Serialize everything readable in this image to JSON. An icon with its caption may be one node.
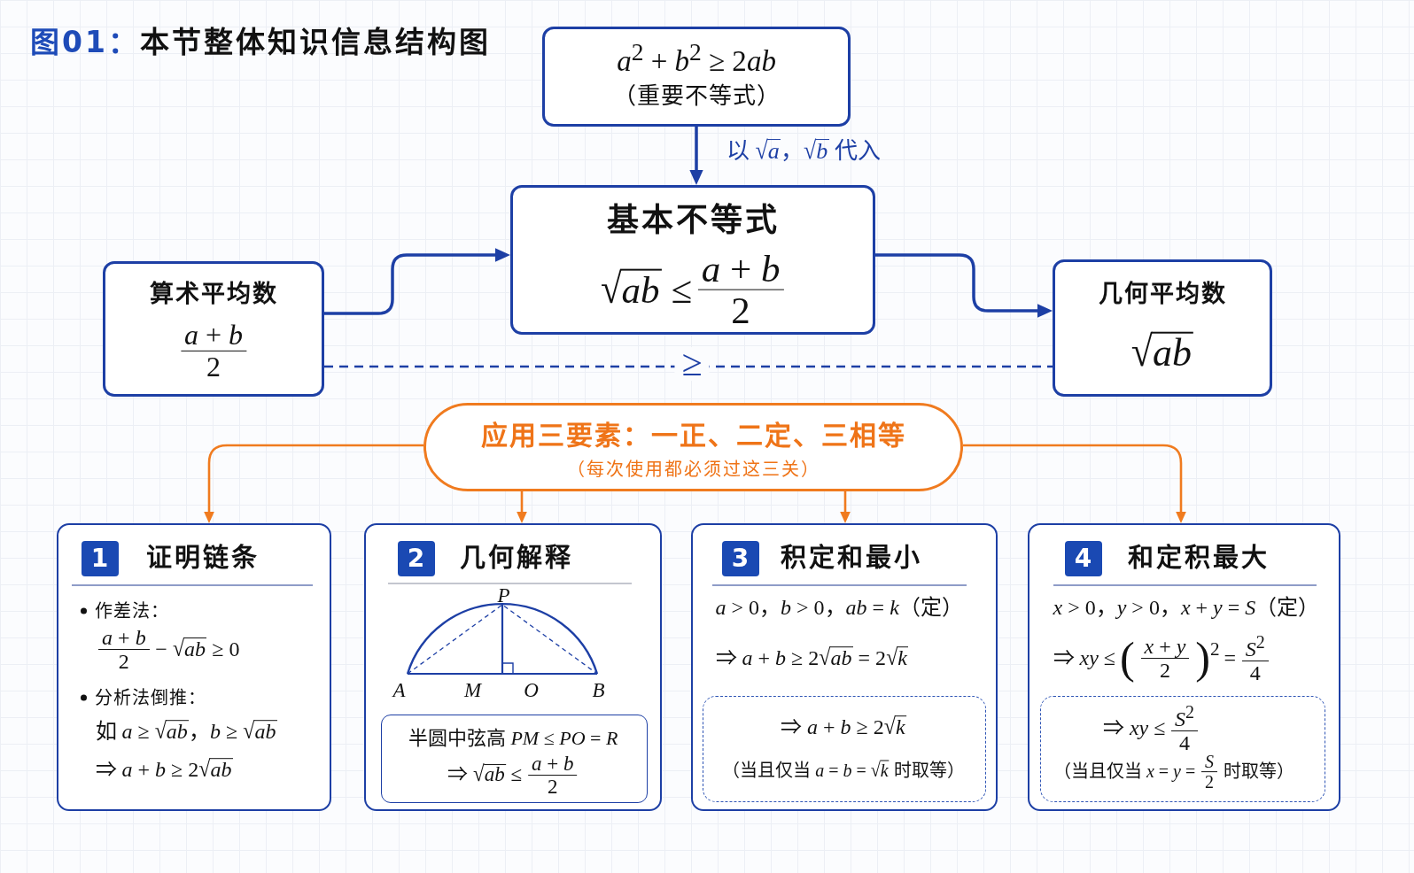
{
  "diagram": {
    "title": "图01：本节整体知识信息结构图",
    "nodes": [
      {
        "text": [
          "a$^{2}$ + b$^{2}$ ≥ 2ab",
          "（重要不等式）"
        ]
      },
      {
        "text": [
          "基本不等式",
          "√ab ≤",
          "a + b",
          "2"
        ]
      },
      {
        "text": [
          "算术平均数",
          "a + b",
          "2"
        ]
      },
      {
        "text": [
          "几何平均数",
          "√ab"
        ]
      },
      {
        "text": [
          "应用三要素：一正、二定、三相等",
          "（每次使用都必须过这三关）"
        ]
      },
      {
        "text": [
          "证明链条",
          "作差法：",
          "a + b",
          "2",
          "− √ab ≥ 0",
          "分析法倒推：",
          "如 a ≥ √ab，b ≥ √ab",
          "⇒ a + b ≥ 2√ab"
        ]
      },
      {
        "text": [
          "1"
        ],
        "in": 5
      },
      {
        "text": [
          "几何解释"
        ]
      },
      {
        "text": [
          "2"
        ],
        "in": 7
      },
      {
        "text": [
          "半圆中弦高 PM ≤ PO = R",
          "⇒ √ab ≤",
          "a + b",
          "2"
        ],
        "in": 7
      },
      {
        "text": [
          "积定和最小",
          "a > 0，b > 0，ab = k（定）",
          "⇒ a + b ≥ 2√ab = 2√k"
        ]
      },
      {
        "text": [
          "3"
        ],
        "in": 10
      },
      {
        "text": [
          "⇒ a + b ≥ 2√k",
          "（当且仅当 a = b = √k 时取等）"
        ],
        "in": 10
      },
      {
        "text": [
          "和定积最大",
          "x > 0，y > 0，x + y = S（定）",
          "⇒ xy ≤",
          "(",
          "x + y",
          "2",
          ")$^{2}$",
          "=",
          "S$^{2}$",
          "4"
        ]
      },
      {
        "text": [
          "4"
        ],
        "in": 13
      },
      {
        "text": [
          "⇒ xy ≤",
          "S$^{2}$",
          "4",
          "（当且仅当 x = y =",
          "S",
          "2",
          "时取等）"
        ],
        "in": 13
      }
    ],
    "edges": [
      {
        "from": 0,
        "to": 1,
        "arrow": "to",
        "label": "以 √a，√b 代入"
      },
      {
        "from": 2,
        "to": 1,
        "arrow": "to"
      },
      {
        "from": 1,
        "to": 3,
        "arrow": "to"
      },
      {
        "from": 2,
        "to": 3,
        "arrow": "none",
        "style": "dashed",
        "label": "≥"
      },
      {
        "from": 4,
        "to": 5,
        "arrow": "to",
        "color": "#f07b1f"
      },
      {
        "from": 4,
        "to": 7,
        "arrow": "to",
        "color": "#f07b1f"
      },
      {
        "from": 4,
        "to": 10,
        "arrow": "to",
        "color": "#f07b1f"
      },
      {
        "from": 4,
        "to": 13,
        "arrow": "to",
        "color": "#f07b1f"
      }
    ],
    "labels": [
      "P",
      "A",
      "M",
      "O",
      "B"
    ]
  }
}
